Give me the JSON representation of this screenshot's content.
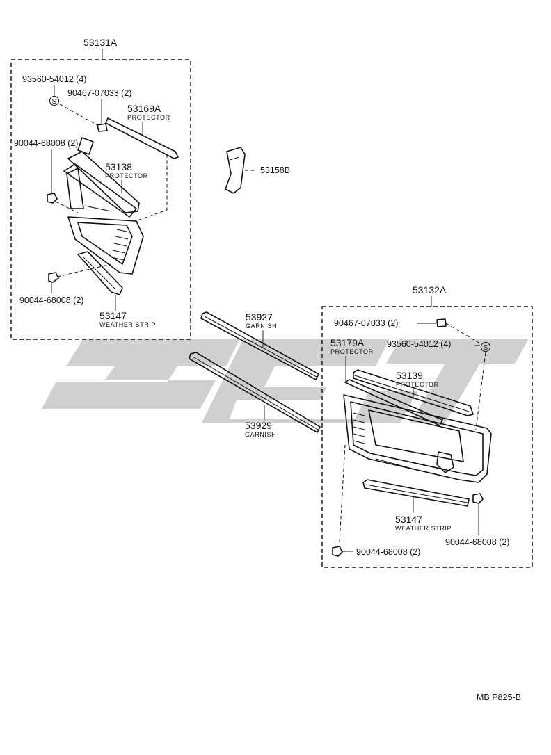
{
  "watermark": {
    "color": "#c8c8c8"
  },
  "groups": {
    "left_assembly": "53131A",
    "right_assembly": "53132A"
  },
  "parts": {
    "left_screw": "93560-54012 (4)",
    "left_screw_symbol": "S",
    "left_clip": "90467-07033 (2)",
    "left_protector_top_no": "53169A",
    "left_protector_top_desc": "PROTECTOR",
    "left_nut_upper": "90044-68008 (2)",
    "left_protector_mid_no": "53138",
    "left_protector_mid_desc": "PROTECTOR",
    "left_nut_lower": "90044-68008 (2)",
    "left_weatherstrip_no": "53147",
    "left_weatherstrip_desc": "WEATHER STRIP",
    "bracket_no": "53158B",
    "garnish_upper_no": "53927",
    "garnish_upper_desc": "GARNISH",
    "garnish_lower_no": "53929",
    "garnish_lower_desc": "GARNISH",
    "right_clip": "90467-07033 (2)",
    "right_protector_top_no": "53179A",
    "right_protector_top_desc": "PROTECTOR",
    "right_screw": "93560-54012 (4)",
    "right_screw_symbol": "S",
    "right_protector_mid_no": "53139",
    "right_protector_mid_desc": "PROTECTOR",
    "right_weatherstrip_no": "53147",
    "right_weatherstrip_desc": "WEATHER STRIP",
    "right_nut_upper": "90044-68008 (2)",
    "right_nut_lower": "90044-68008 (2)"
  },
  "footer": {
    "code": "MB P825-B"
  }
}
